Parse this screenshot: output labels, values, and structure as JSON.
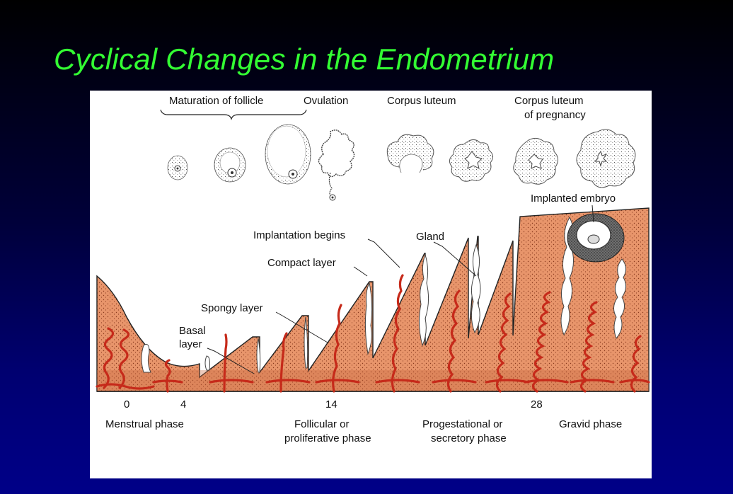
{
  "slide": {
    "title": "Cyclical Changes in the Endometrium",
    "title_color": "#33ff33",
    "background_top": "#000000",
    "background_bottom": "#000088"
  },
  "figure": {
    "ovary_labels": {
      "maturation": "Maturation of follicle",
      "ovulation": "Ovulation",
      "corpus_luteum": "Corpus luteum",
      "corpus_luteum_pregnancy_1": "Corpus luteum",
      "corpus_luteum_pregnancy_2": "of pregnancy"
    },
    "structure_labels": {
      "implanted_embryo": "Implanted embryo",
      "implantation_begins": "Implantation begins",
      "gland": "Gland",
      "compact_layer": "Compact layer",
      "spongy_layer": "Spongy layer",
      "basal_layer_1": "Basal",
      "basal_layer_2": "layer"
    },
    "day_ticks": [
      "0",
      "4",
      "14",
      "28"
    ],
    "phases": {
      "menstrual": "Menstrual phase",
      "follicular_1": "Follicular or",
      "follicular_2": "proliferative phase",
      "progestational_1": "Progestational or",
      "progestational_2": "secretory phase",
      "gravid": "Gravid phase"
    },
    "colors": {
      "tissue": "#e8956b",
      "tissue_dark": "#c9683f",
      "vessel": "#c62a1a",
      "gland_fill": "#ffffff"
    }
  }
}
